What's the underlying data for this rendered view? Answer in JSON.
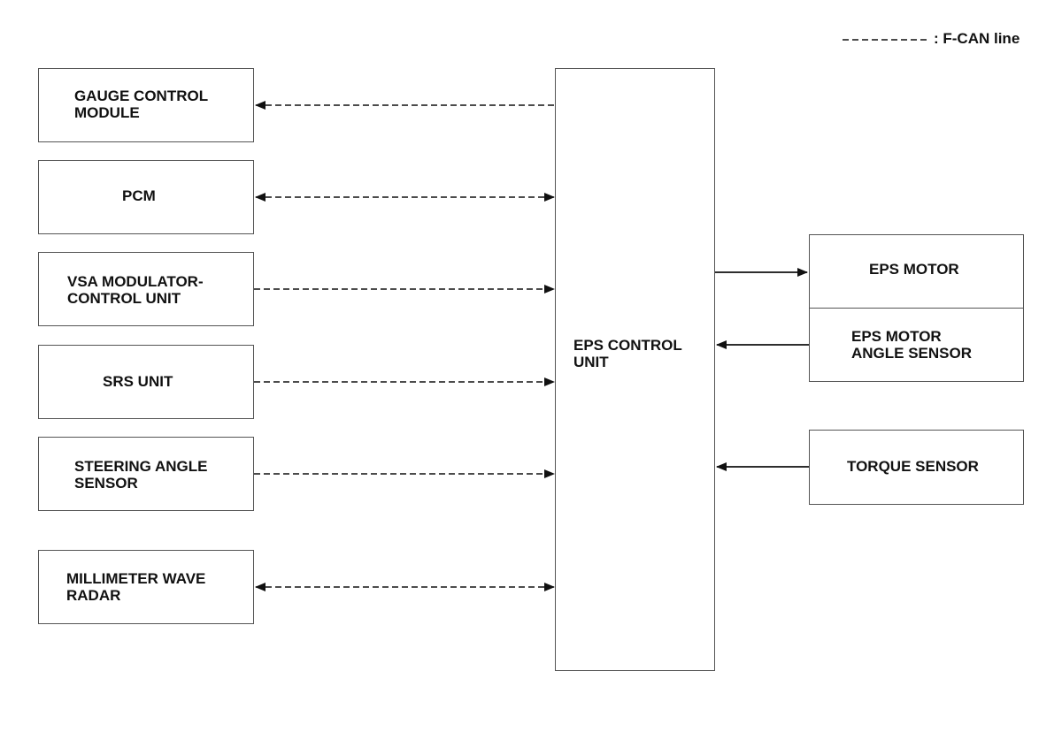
{
  "legend": {
    "label": ": F-CAN line"
  },
  "center": {
    "label": "EPS CONTROL\nUNIT"
  },
  "left_modules": [
    {
      "label": "GAUGE CONTROL\nMODULE",
      "link": "F-CAN",
      "direction": "from EPS CONTROL UNIT"
    },
    {
      "label": "PCM",
      "link": "F-CAN",
      "direction": "bidirectional"
    },
    {
      "label": "VSA MODULATOR-\nCONTROL UNIT",
      "link": "F-CAN",
      "direction": "to EPS CONTROL UNIT"
    },
    {
      "label": "SRS UNIT",
      "link": "F-CAN",
      "direction": "to EPS CONTROL UNIT"
    },
    {
      "label": "STEERING ANGLE\nSENSOR",
      "link": "F-CAN",
      "direction": "to EPS CONTROL UNIT"
    },
    {
      "label": "MILLIMETER WAVE\nRADAR",
      "link": "F-CAN",
      "direction": "bidirectional"
    }
  ],
  "right_modules": [
    {
      "label": "EPS MOTOR",
      "link": "direct",
      "direction": "from EPS CONTROL UNIT"
    },
    {
      "label": "EPS MOTOR\nANGLE SENSOR",
      "link": "direct",
      "direction": "to EPS CONTROL UNIT"
    },
    {
      "label": "TORQUE SENSOR",
      "link": "direct",
      "direction": "to EPS CONTROL UNIT"
    }
  ]
}
